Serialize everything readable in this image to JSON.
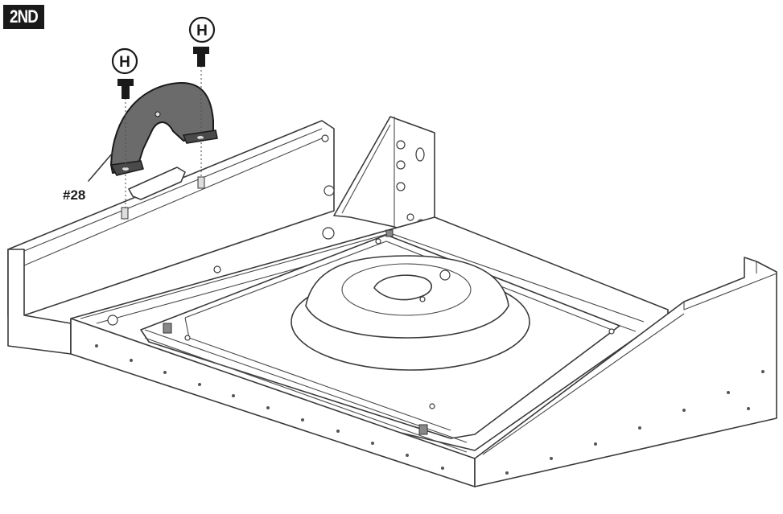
{
  "step": {
    "label": "2ND"
  },
  "hardware": [
    {
      "callout": "H"
    },
    {
      "callout": "H"
    }
  ],
  "part": {
    "label": "#28"
  },
  "colors": {
    "ink": "#1a1a1a",
    "part_fill": "#6b6b6b",
    "paper": "#ffffff"
  }
}
